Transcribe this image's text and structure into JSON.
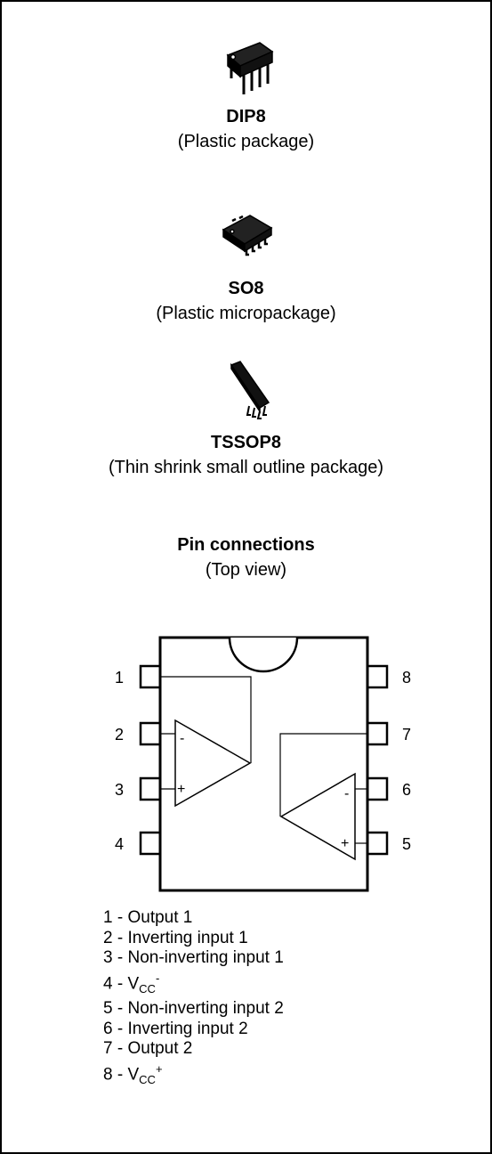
{
  "packages": [
    {
      "name": "DIP8",
      "description": "(Plastic package)",
      "icon": "dip8-package-icon"
    },
    {
      "name": "SO8",
      "description": "(Plastic micropackage)",
      "icon": "so8-package-icon"
    },
    {
      "name": "TSSOP8",
      "description": "(Thin shrink small outline package)",
      "icon": "tssop8-package-icon"
    }
  ],
  "pin_connections": {
    "title": "Pin connections",
    "subtitle": "(Top view)",
    "pin_numbers": {
      "left": [
        "1",
        "2",
        "3",
        "4"
      ],
      "right": [
        "8",
        "7",
        "6",
        "5"
      ]
    },
    "opamp_signs": {
      "minus": "-",
      "plus": "+"
    },
    "pins": [
      {
        "number": "1",
        "sep": " - ",
        "text": "Output 1"
      },
      {
        "number": "2",
        "sep": " - ",
        "text": "Inverting input 1"
      },
      {
        "number": "3",
        "sep": " - ",
        "text": "Non-inverting input 1"
      },
      {
        "number": "4",
        "sep": " - ",
        "text": "V",
        "sub": "CC",
        "sup": "-"
      },
      {
        "number": "5",
        "sep": " - ",
        "text": "Non-inverting input 2"
      },
      {
        "number": "6",
        "sep": " - ",
        "text": "Inverting input 2"
      },
      {
        "number": "7",
        "sep": " - ",
        "text": "Output 2"
      },
      {
        "number": "8",
        "sep": " - ",
        "text": "V",
        "sub": "CC",
        "sup": "+"
      }
    ]
  }
}
